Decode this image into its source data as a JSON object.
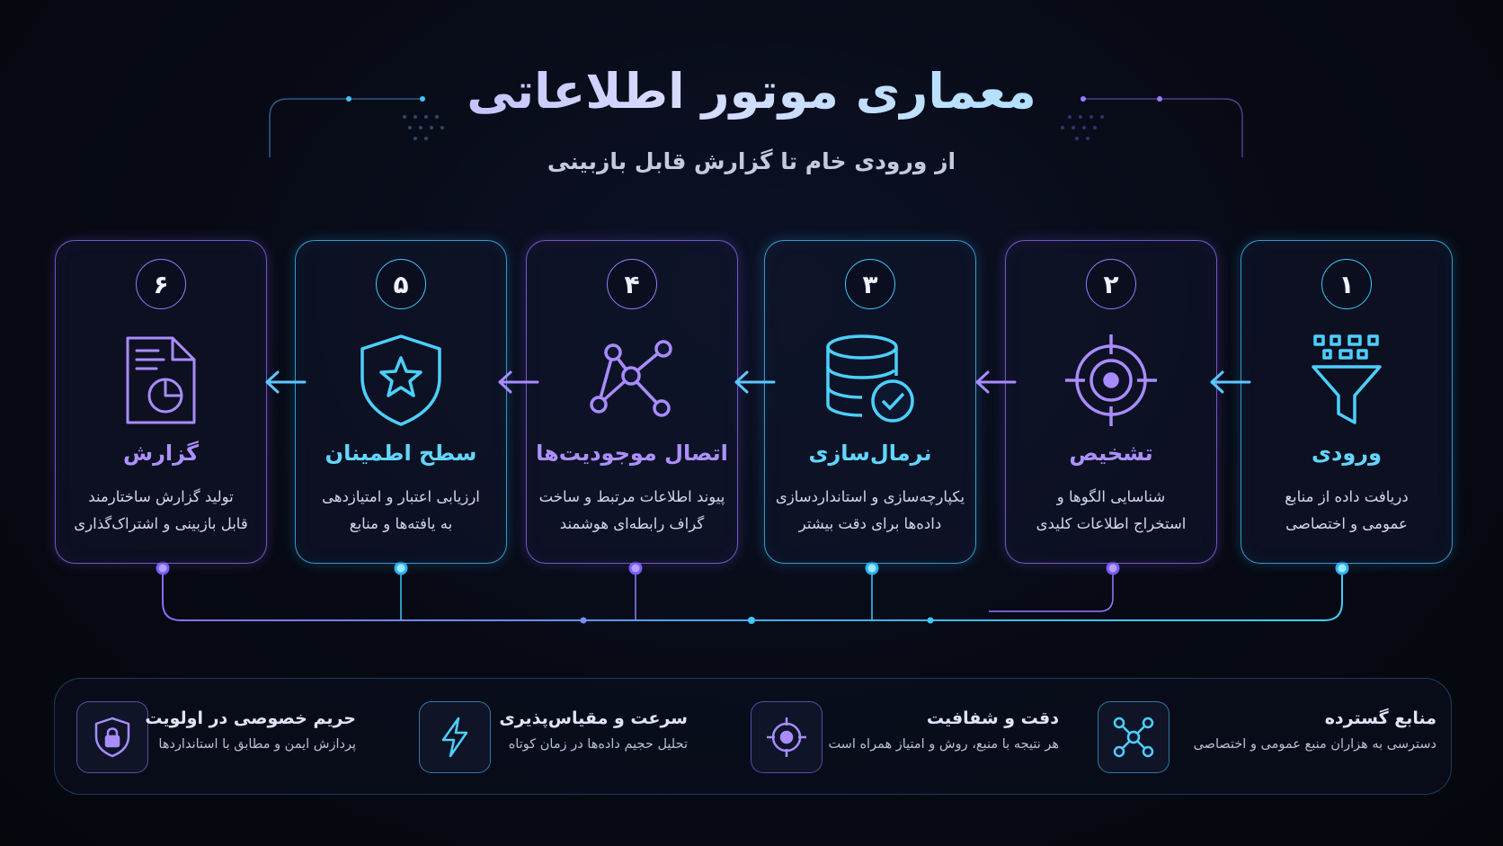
{
  "header": {
    "title": "معماری موتور اطلاعاتی",
    "subtitle": "از ورودی خام تا گزارش قابل بازبینی"
  },
  "steps": [
    {
      "number": "۱",
      "title": "ورودی",
      "desc_line1": "دریافت داده از منابع",
      "desc_line2": "عمومی و اختصاصی",
      "icon": "funnel-icon",
      "accent": "#3cc8ff"
    },
    {
      "number": "۲",
      "title": "تشخیص",
      "desc_line1": "شناسایی الگوها و",
      "desc_line2": "استخراج اطلاعات کلیدی",
      "icon": "target-icon",
      "accent": "#9a78ff"
    },
    {
      "number": "۳",
      "title": "نرمال‌سازی",
      "desc_line1": "یکپارچه‌سازی و استانداردسازی",
      "desc_line2": "داده‌ها برای دقت بیشتر",
      "icon": "database-check-icon",
      "accent": "#3cc8ff"
    },
    {
      "number": "۴",
      "title": "اتصال موجودیت‌ها",
      "desc_line1": "پیوند اطلاعات مرتبط و ساخت",
      "desc_line2": "گراف رابطه‌ای هوشمند",
      "icon": "graph-icon",
      "accent": "#9a78ff"
    },
    {
      "number": "۵",
      "title": "سطح اطمینان",
      "desc_line1": "ارزیابی اعتبار و امتیازدهی",
      "desc_line2": "به یافته‌ها و منابع",
      "icon": "shield-star-icon",
      "accent": "#3cc8ff"
    },
    {
      "number": "۶",
      "title": "گزارش",
      "desc_line1": "تولید گزارش ساختارمند",
      "desc_line2": "قابل بازبینی و اشتراک‌گذاری",
      "icon": "report-icon",
      "accent": "#9a78ff"
    }
  ],
  "features": [
    {
      "title": "منابع گسترده",
      "desc": "دسترسی به هزاران منبع عمومی و اختصاصی",
      "icon": "network-icon"
    },
    {
      "title": "دقت و شفافیت",
      "desc": "هر نتیجه با منبع، روش و امتیاز همراه است",
      "icon": "crosshair-icon"
    },
    {
      "title": "سرعت و مقیاس‌پذیری",
      "desc": "تحلیل حجیم داده‌ها در زمان کوتاه",
      "icon": "lightning-icon"
    },
    {
      "title": "حریم خصوصی در اولویت",
      "desc": "پردازش ایمن و مطابق با استانداردها",
      "icon": "shield-lock-icon"
    }
  ],
  "colors": {
    "cyan": "#3cc8ff",
    "purple": "#9a78ff",
    "background": "#070a14"
  }
}
